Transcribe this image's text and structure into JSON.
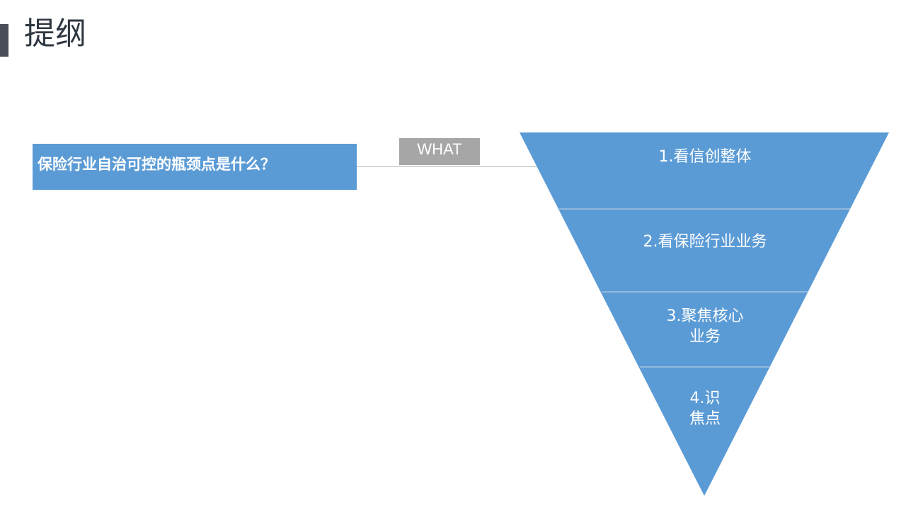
{
  "page": {
    "title": "提纲"
  },
  "question": {
    "text": "保险行业自治可控的瓶颈点是什么？"
  },
  "tag": {
    "label": "WHAT"
  },
  "funnel": {
    "fill_color": "#5b9bd5",
    "layers": [
      {
        "label": "1.看信创整体"
      },
      {
        "label": "2.看保险行业业务"
      },
      {
        "label": "3.聚焦核心\n业务"
      },
      {
        "label": "4.识\n焦点"
      }
    ]
  },
  "colors": {
    "accent_bar": "#4a4f57",
    "box_fill": "#5b9bd5",
    "tag_fill": "#a6a6a6"
  }
}
